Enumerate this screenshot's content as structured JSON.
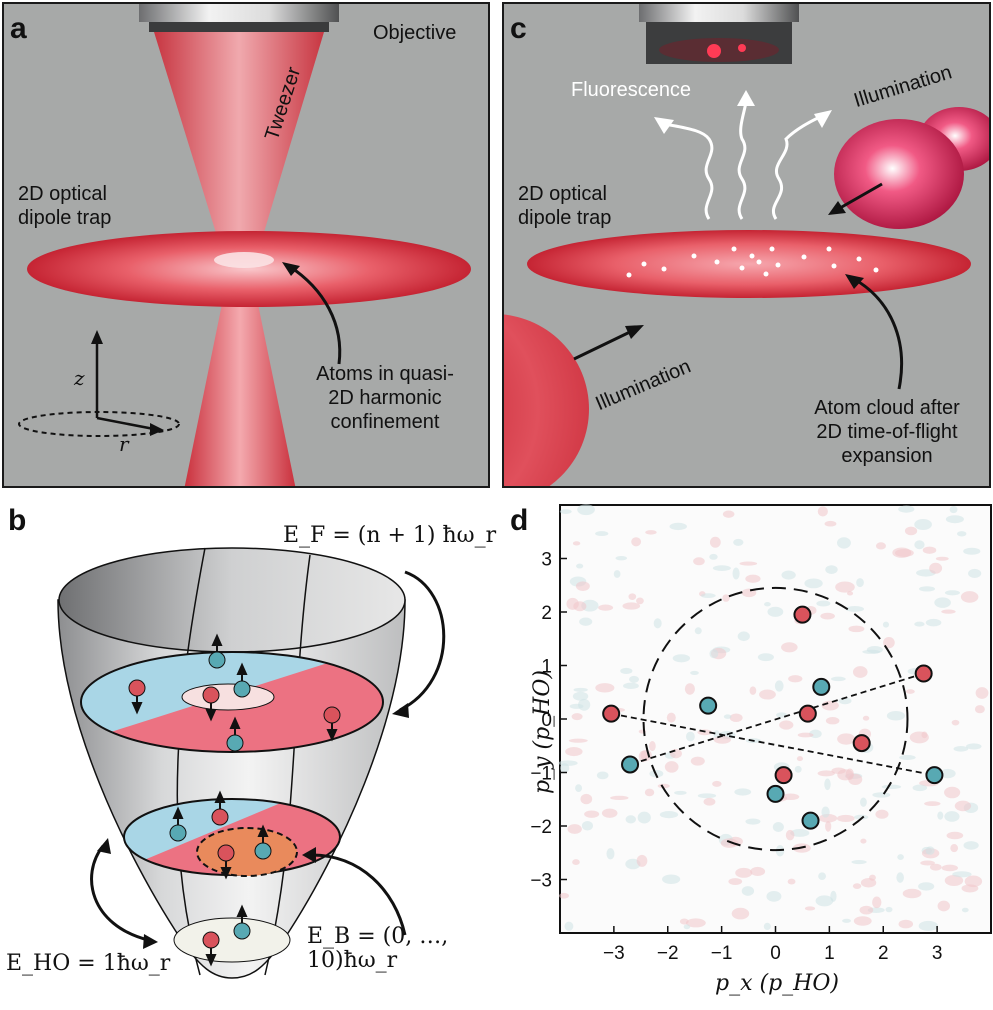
{
  "panel_a": {
    "label": "a",
    "objective": "Objective",
    "tweezer": "Tweezer",
    "trap": "2D optical\ndipole trap",
    "atoms": "Atoms in quasi-\n2D harmonic\nconfinement",
    "axis_z": "z",
    "axis_r": "r"
  },
  "panel_b": {
    "label": "b",
    "ef": "E_F = (n + 1) ħω_r",
    "eb": "E_B = (0, …, 10)ħω_r",
    "eho": "E_HO = 1ħω_r"
  },
  "panel_c": {
    "label": "c",
    "fluorescence": "Fluorescence",
    "illumination_top": "Illumination",
    "illumination_left": "Illumination",
    "trap": "2D optical\ndipole trap",
    "cloud": "Atom cloud after\n2D time-of-flight\nexpansion"
  },
  "panel_d": {
    "label": "d",
    "xlabel": "p_x (p_HO)",
    "ylabel": "p_y (p_HO)",
    "xticks": [
      "−3",
      "−2",
      "−1",
      "0",
      "1",
      "2",
      "3"
    ],
    "yticks": [
      "3",
      "2",
      "1",
      "0",
      "−1",
      "−2",
      "−3"
    ]
  },
  "chart_data": {
    "type": "scatter",
    "xlabel": "p_x (p_HO)",
    "ylabel": "p_y (p_HO)",
    "xlim": [
      -4,
      4
    ],
    "ylim": [
      -4,
      4
    ],
    "fermi_circle_radius": 2.45,
    "series": [
      {
        "color": "#d9535c",
        "points": [
          [
            0.5,
            1.95
          ],
          [
            2.75,
            0.85
          ],
          [
            -3.05,
            0.1
          ],
          [
            0.6,
            0.1
          ],
          [
            1.6,
            -0.45
          ],
          [
            0.15,
            -1.05
          ]
        ]
      },
      {
        "color": "#58a9b3",
        "points": [
          [
            0.85,
            0.6
          ],
          [
            -1.25,
            0.25
          ],
          [
            -2.7,
            -0.85
          ],
          [
            2.95,
            -1.05
          ],
          [
            0.0,
            -1.4
          ],
          [
            0.65,
            -1.9
          ]
        ]
      }
    ],
    "pairs": [
      [
        [
          2.75,
          0.85
        ],
        [
          -2.7,
          -0.85
        ]
      ],
      [
        [
          -3.05,
          0.1
        ],
        [
          2.95,
          -1.05
        ]
      ]
    ]
  },
  "colors": {
    "trap_red": "#e0424e",
    "gray": "#a7a9a8",
    "spin_red": "#d9535c",
    "spin_blue": "#58a9b3"
  }
}
